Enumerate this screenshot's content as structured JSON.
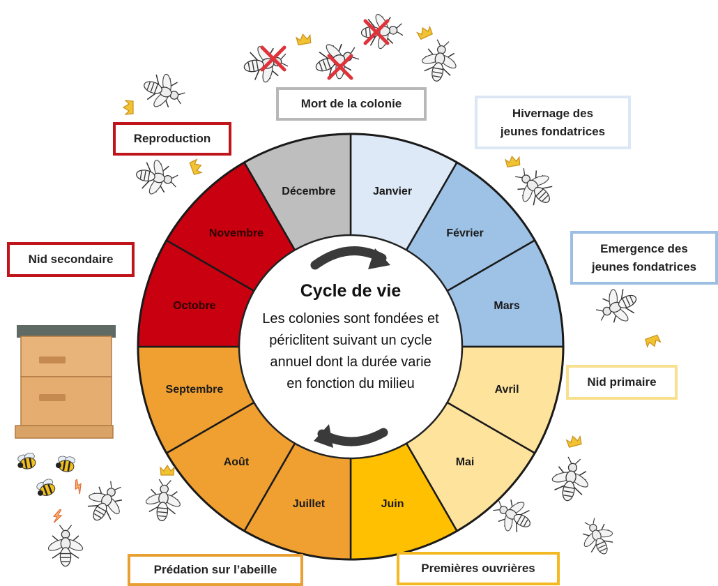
{
  "wheel": {
    "months": [
      "Janvier",
      "Février",
      "Mars",
      "Avril",
      "Mai",
      "Juin",
      "Juillet",
      "Août",
      "Septembre",
      "Octobre",
      "Novembre",
      "Décembre"
    ],
    "colors": {
      "january": "#dde9f6",
      "winter_blue": "#9ec2e6",
      "spring_yellow": "#fde39c",
      "june": "#fec000",
      "summer_orange": "#f0a030",
      "autumn_red": "#c8000f",
      "december": "#bebebe"
    }
  },
  "center": {
    "title": "Cycle de vie",
    "lines": [
      "Les colonies sont fondées et",
      "périclitent suivant un cycle",
      "annuel dont la durée varie",
      "en fonction du milieu"
    ]
  },
  "labels": {
    "mort": "Mort de la colonie",
    "hivernage_1": "Hivernage des",
    "hivernage_2": "jeunes fondatrices",
    "reproduction": "Reproduction",
    "emergence_1": "Emergence des",
    "emergence_2": "jeunes fondatrices",
    "nid_secondaire": "Nid secondaire",
    "nid_primaire": "Nid primaire",
    "predation": "Prédation sur l’abeille",
    "premieres": "Premières ouvrières"
  },
  "icons": [
    "hornet-icon",
    "queen-crown-icon",
    "cross-mark-icon",
    "beehive-icon",
    "honeybee-icon",
    "lightning-icon",
    "cycle-arrow-icon"
  ]
}
